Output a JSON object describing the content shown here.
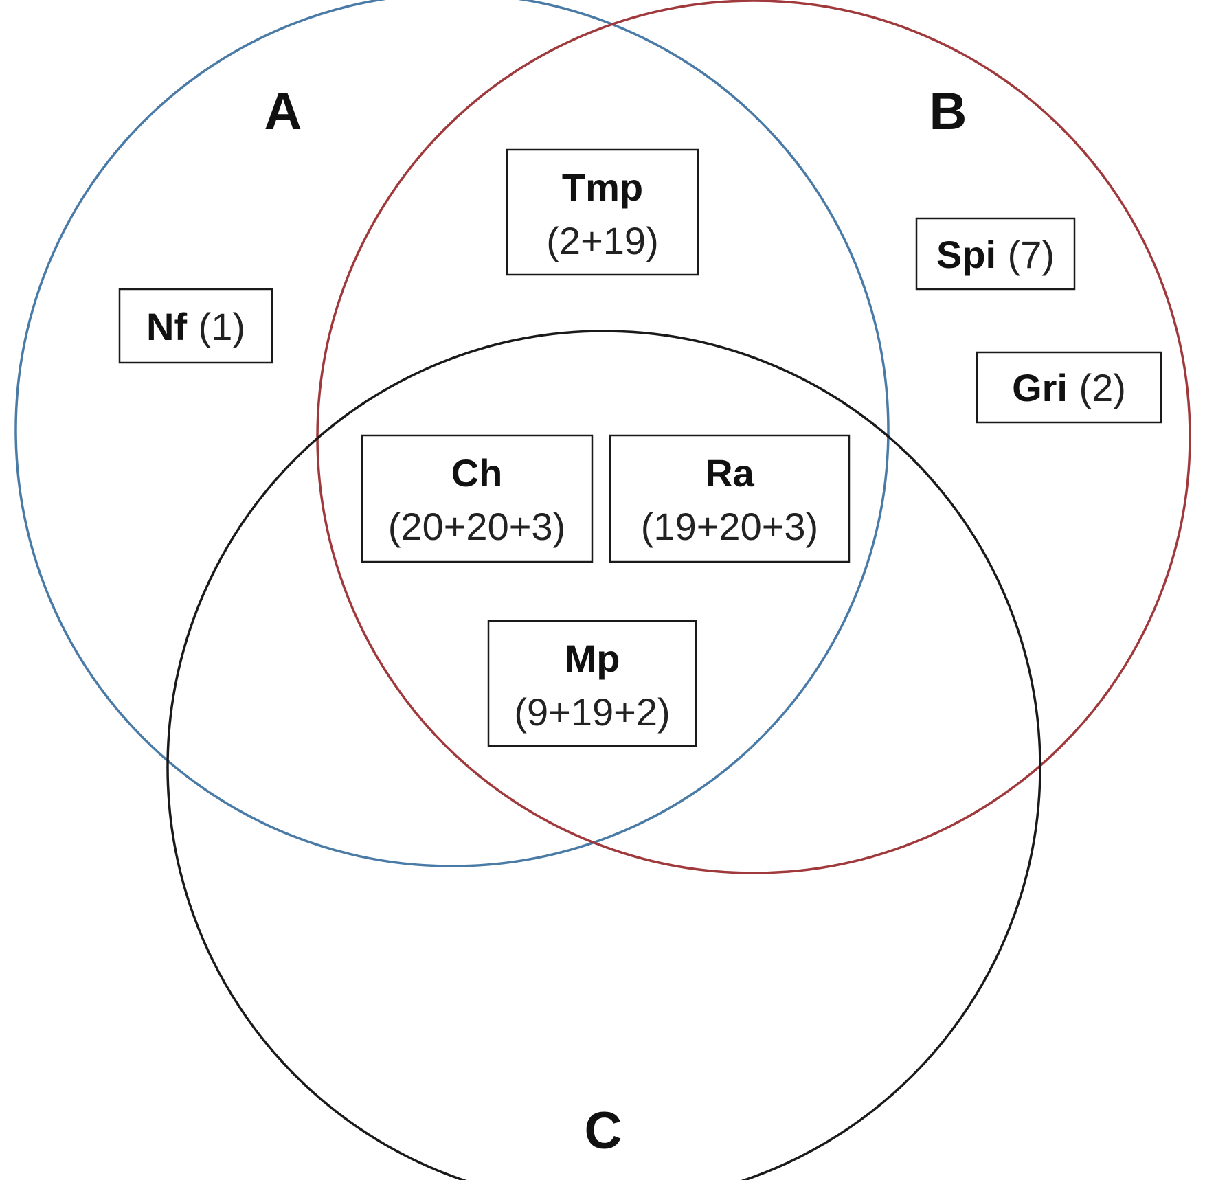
{
  "sets": {
    "a": {
      "label": "A",
      "color": "#4a7aa6"
    },
    "b": {
      "label": "B",
      "color": "#a0393c"
    },
    "c": {
      "label": "C",
      "color": "#1a1a1a"
    }
  },
  "items": {
    "nf": {
      "name": "Nf",
      "count": "(1)"
    },
    "tmp": {
      "name": "Tmp",
      "count": "(2+19)"
    },
    "spi": {
      "name": "Spi",
      "count": "(7)"
    },
    "gri": {
      "name": "Gri",
      "count": "(2)"
    },
    "ch": {
      "name": "Ch",
      "count": "(20+20+3)"
    },
    "ra": {
      "name": "Ra",
      "count": "(19+20+3)"
    },
    "mp": {
      "name": "Mp",
      "count": "(9+19+2)"
    }
  }
}
